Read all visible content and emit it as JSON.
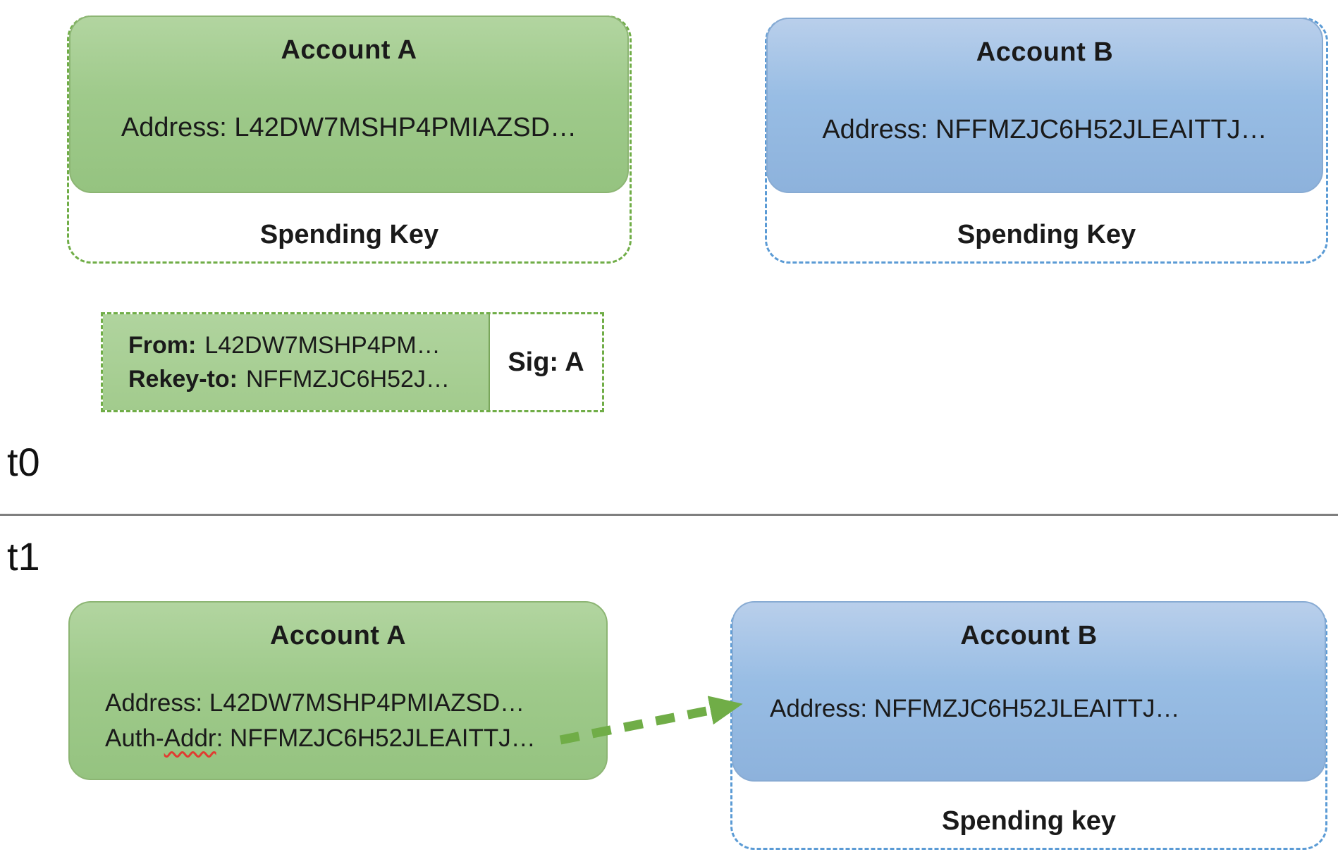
{
  "sections": {
    "t0": {
      "time_label": "t0",
      "account_a": {
        "title": "Account A",
        "address": "Address: L42DW7MSHP4PMIAZSD…",
        "key_label": "Spending Key"
      },
      "account_b": {
        "title": "Account B",
        "address": "Address: NFFMZJC6H52JLEAITTJ…",
        "key_label": "Spending Key"
      },
      "rekey_transaction": {
        "from_label": "From:",
        "from_value": "L42DW7MSHP4PM…",
        "rekey_label": "Rekey-to:",
        "rekey_value": "NFFMZJC6H52J…",
        "signature": "Sig: A"
      }
    },
    "t1": {
      "time_label": "t1",
      "account_a": {
        "title": "Account A",
        "address": "Address: L42DW7MSHP4PMIAZSD…",
        "auth_addr_prefix": "Auth-",
        "auth_addr_misspelled": "Addr",
        "auth_addr_value": ": NFFMZJC6H52JLEAITTJ…"
      },
      "account_b": {
        "title": "Account B",
        "address": "Address: NFFMZJC6H52JLEAITTJ…",
        "key_label": "Spending key"
      }
    }
  },
  "colors": {
    "account_a_fill": "#9fca8b",
    "account_b_fill": "#98bde4",
    "green_accent": "#70ad47",
    "blue_accent": "#5b9bd5",
    "divider": "#7f7f7f",
    "spellcheck_underline": "#e03c31"
  }
}
